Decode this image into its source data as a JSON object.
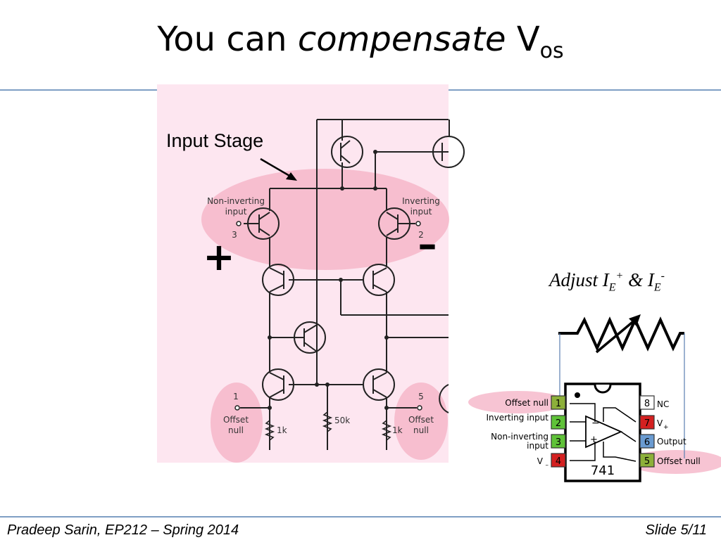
{
  "slide": {
    "title_main": "You can ",
    "title_emph": "compensate",
    "title_sym": " V",
    "title_sub": "os",
    "adjust_text": "Adjust I",
    "adjust_sub1": "E",
    "adjust_sup1": "+",
    "adjust_mid": " & I",
    "adjust_sub2": "E",
    "adjust_sup2": "-",
    "footer_left": "Pradeep Sarin, EP212 – Spring 2014",
    "footer_right": "Slide 5/11"
  },
  "schematic": {
    "input_stage_label": "Input Stage",
    "noninv_line1": "Non-inverting",
    "noninv_line2": "input",
    "noninv_pin": "3",
    "inv_line1": "Inverting",
    "inv_line2": "input",
    "inv_pin": "2",
    "plus_sign": "+",
    "minus_sign": "–",
    "offset_left_pin": "1",
    "offset_left_l1": "Offset",
    "offset_left_l2": "null",
    "offset_right_pin": "5",
    "offset_right_l1": "Offset",
    "offset_right_l2": "null",
    "res_left": "1k",
    "res_mid": "50k",
    "res_right": "1k"
  },
  "chip": {
    "part_number": "741",
    "pins": [
      {
        "num": "1",
        "label": "Offset null",
        "color": "#8db03a"
      },
      {
        "num": "2",
        "label": "Inverting input",
        "color": "#5fc238"
      },
      {
        "num": "3",
        "label": "Non-inverting",
        "label2": "input",
        "color": "#5fc238"
      },
      {
        "num": "4",
        "label": "V",
        "label_sub": "–",
        "color": "#d42020"
      },
      {
        "num": "8",
        "label": "NC",
        "color": "#ffffff"
      },
      {
        "num": "7",
        "label": "V",
        "label_sub": "+",
        "color": "#d42020"
      },
      {
        "num": "6",
        "label": "Output",
        "color": "#6a9bd1"
      },
      {
        "num": "5",
        "label": "Offset null",
        "color": "#8db03a"
      }
    ],
    "amp_minus": "−",
    "amp_plus": "+"
  },
  "colors": {
    "highlight": "#f4b0c4",
    "panel_bg": "#fde6f0",
    "rule": "#7f9fc4"
  }
}
